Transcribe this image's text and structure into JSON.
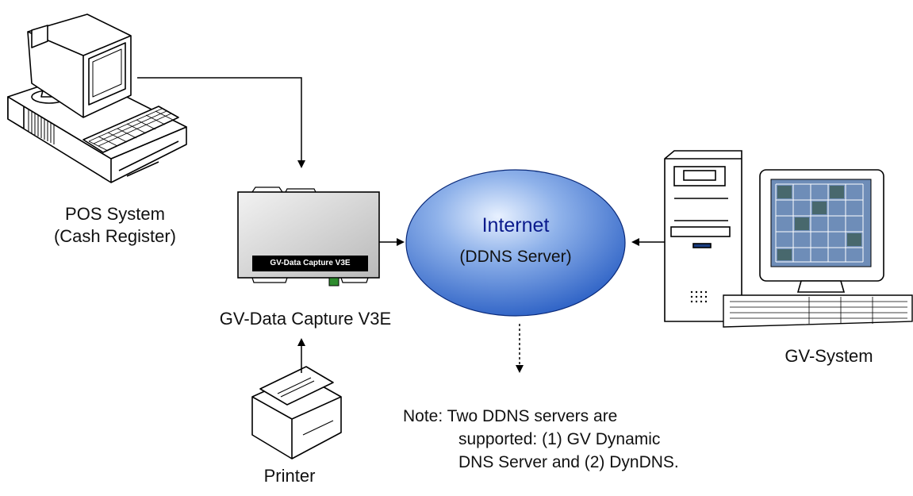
{
  "nodes": {
    "pos": {
      "line1": "POS System",
      "line2": "(Cash Register)"
    },
    "capture": {
      "label": "GV-Data Capture V3E",
      "device_text": "GV-Data Capture V3E"
    },
    "internet": {
      "title": "Internet",
      "subtitle": "(DDNS Server)"
    },
    "gvsystem": {
      "label": "GV-System"
    },
    "printer": {
      "label": "Printer"
    }
  },
  "note": {
    "line1": "Note: Two DDNS servers are",
    "line2": "supported: (1) GV Dynamic",
    "line3": "DNS Server and (2) DynDNS."
  },
  "colors": {
    "cloud_fill": "#2f63c6",
    "cloud_text": "#0a1a8c",
    "device_body": "#d8d8d8"
  }
}
